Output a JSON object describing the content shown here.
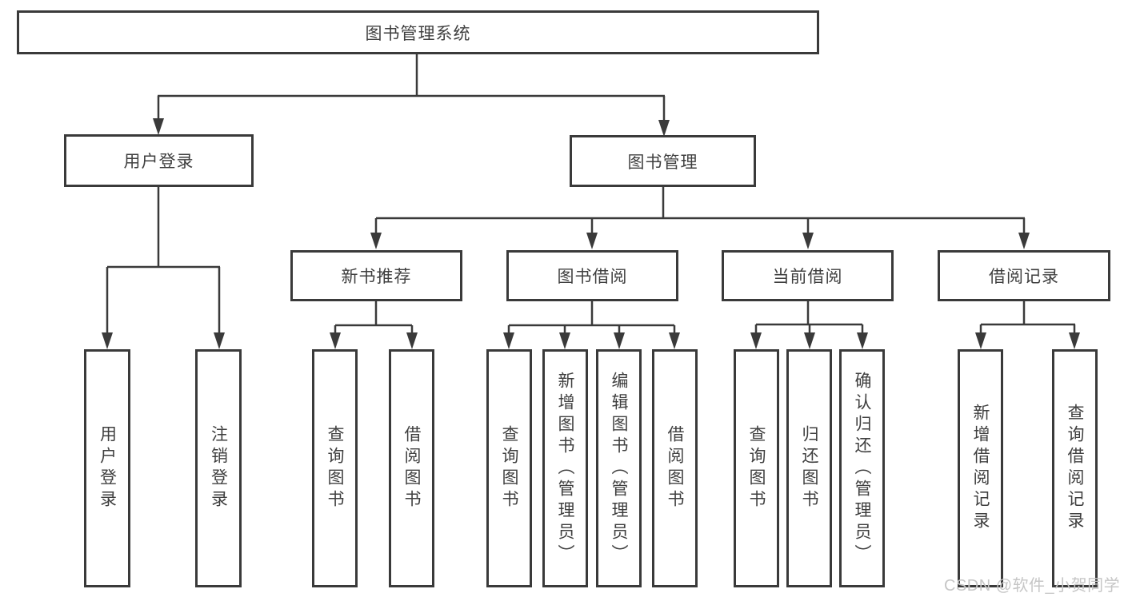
{
  "watermark": "CSDN @软件_小贺同学",
  "colors": {
    "line": "#3a3a3a",
    "box_fill": "#ffffff",
    "text": "#3f3f3f",
    "watermark": "#c6c6c6"
  },
  "tree": {
    "root": {
      "label": "图书管理系统"
    },
    "branches": [
      {
        "label": "用户登录",
        "children": [
          {
            "label": "用户登录"
          },
          {
            "label": "注销登录"
          }
        ]
      },
      {
        "label": "图书管理",
        "children": [
          {
            "label": "新书推荐",
            "children": [
              {
                "label": "查询图书"
              },
              {
                "label": "借阅图书"
              }
            ]
          },
          {
            "label": "图书借阅",
            "children": [
              {
                "label": "查询图书"
              },
              {
                "label": "新增图书（管理员）"
              },
              {
                "label": "编辑图书（管理员）"
              },
              {
                "label": "借阅图书"
              }
            ]
          },
          {
            "label": "当前借阅",
            "children": [
              {
                "label": "查询图书"
              },
              {
                "label": "归还图书"
              },
              {
                "label": "确认归还（管理员）"
              }
            ]
          },
          {
            "label": "借阅记录",
            "children": [
              {
                "label": "新增借阅记录"
              },
              {
                "label": "查询借阅记录"
              }
            ]
          }
        ]
      }
    ]
  }
}
